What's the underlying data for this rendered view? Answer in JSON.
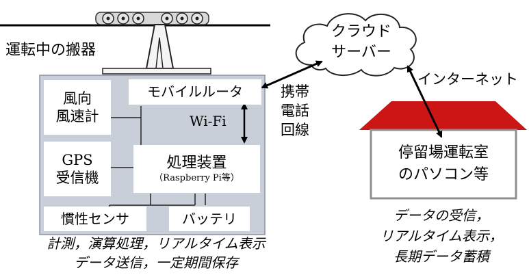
{
  "left": {
    "carrier_label": "運転中の搬器",
    "modules": {
      "wind": {
        "line1": "風向",
        "line2": "風速計"
      },
      "router": "モバイルルータ",
      "gps": {
        "line1": "GPS",
        "line2": "受信機"
      },
      "processor": {
        "line1": "処理装置",
        "line2": "（Raspberry Pi等）"
      },
      "imu": "慣性センサ",
      "battery": "バッテリ"
    },
    "wifi_label": "Wi-Fi",
    "caption": {
      "line1": "計測，演算処理，リアルタイム表示",
      "line2": "データ送信，一定期間保存"
    }
  },
  "links": {
    "mobile": {
      "line1": "携帯",
      "line2": "電話",
      "line3": "回線"
    },
    "internet": "インターネット"
  },
  "cloud": {
    "line1": "クラウド",
    "line2": "サーバー"
  },
  "station": {
    "room": {
      "line1": "停留場運転室",
      "line2": "のパソコン等"
    },
    "caption": {
      "line1": "データの受信，",
      "line2": "リアルタイム表示，",
      "line3": "長期データ蓄積"
    }
  },
  "colors": {
    "panel_bg": "#c9cfd9",
    "roof": "#cc1515",
    "station_border": "#8f8f8f"
  }
}
